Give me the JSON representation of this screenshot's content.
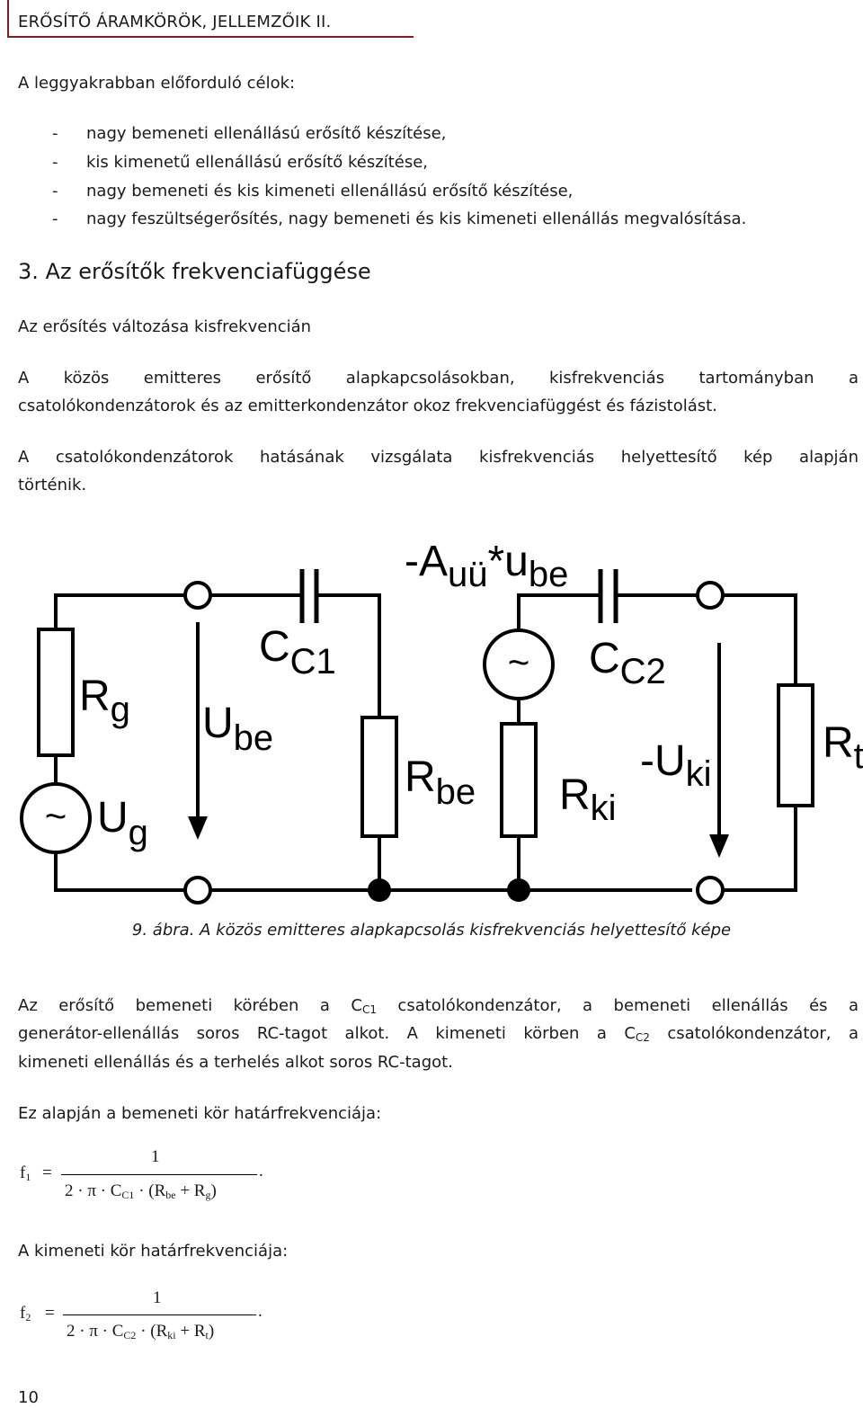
{
  "header": {
    "title": "ERŐSÍTŐ ÁRAMKÖRÖK, JELLEMZŐIK II."
  },
  "intro": "A leggyakrabban előforduló célok:",
  "list": [
    "nagy bemeneti ellenállású erősítő készítése,",
    "kis kimenetű ellenállású erősítő készítése,",
    "nagy bemeneti és kis kimeneti ellenállású erősítő készítése,",
    "nagy feszültségerősítés, nagy bemeneti és kis kimeneti ellenállás megvalósítása."
  ],
  "list_dash": "-",
  "section": {
    "number": "3.",
    "title": "Az erősítők frekvenciafüggése"
  },
  "subsection": "Az erősítés változása kisfrekvencián",
  "para1_line1": "A közös emitteres erősítő alapkapcsolásokban, kisfrekvenciás tartományban a",
  "para1_line2": "csatolókondenzátorok és az emitterkondenzátor okoz frekvenciafüggést és fázistolást.",
  "para2_line1": "A csatolókondenzátorok hatásának vizsgálata kisfrekvenciás helyettesítő kép alapján",
  "para2_line2": "történik.",
  "figure": {
    "generator_symbol": "~",
    "labels": {
      "Rg_main": "R",
      "Rg_sub": "g",
      "Ug_main": "U",
      "Ug_sub": "g",
      "Ube_main": "U",
      "Ube_sub": "be",
      "Cc1_main": "C",
      "Cc1_sub": "C1",
      "Rbe_main": "R",
      "Rbe_sub": "be",
      "Auu_prefix": "-A",
      "Auu_sub1": "uü",
      "Auu_mid": "*u",
      "Auu_sub2": "be",
      "Cc2_main": "C",
      "Cc2_sub": "C2",
      "Rki_main": "R",
      "Rki_sub": "ki",
      "Uki_main": "-U",
      "Uki_sub": "ki",
      "Rt_main": "R",
      "Rt_sub": "t"
    }
  },
  "caption": "9. ábra. A közös emitteres alapkapcsolás kisfrekvenciás helyettesítő képe",
  "para3": {
    "l1a": "Az erősítő bemeneti körében a C",
    "l1sub": "C1",
    "l1b": " csatolókondenzátor, a bemeneti ellenállás és a",
    "l2a": "generátor-ellenállás soros RC-tagot alkot. A kimeneti körben a C",
    "l2sub": "C2",
    "l2b": " csatolókondenzátor, a",
    "l3": "kimeneti ellenállás és a terhelés alkot soros RC-tagot."
  },
  "input_label": "Ez alapján a bemeneti kör határfrekvenciája:",
  "formula1": {
    "lhs": "f",
    "lhs_sub": "1",
    "eq": "=",
    "num": "1",
    "den_a": "2 · π · C",
    "den_sub1": "C1",
    "den_b": " · (R",
    "den_sub2": "be",
    "den_c": " + R",
    "den_sub3": "g",
    "den_d": ")",
    "end": "."
  },
  "output_label": "A kimeneti kör határfrekvenciája:",
  "formula2": {
    "lhs": "f",
    "lhs_sub": "2",
    "eq": "=",
    "num": "1",
    "den_a": "2 · π · C",
    "den_sub1": "C2",
    "den_b": " · (R",
    "den_sub2": "ki",
    "den_c": " + R",
    "den_sub3": "t",
    "den_d": ")",
    "end": "."
  },
  "page_number": "10"
}
